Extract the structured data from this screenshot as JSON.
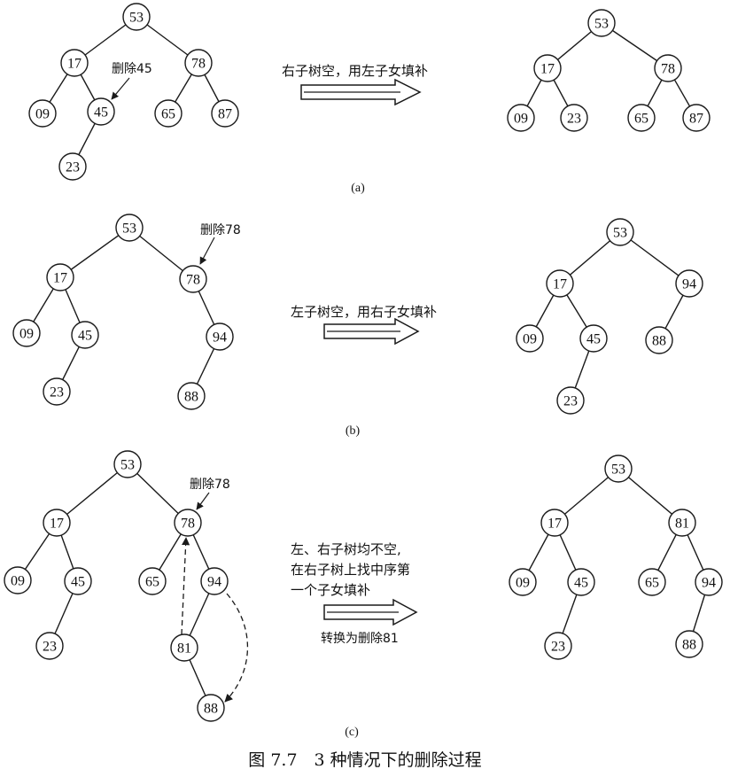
{
  "panels": {
    "a": {
      "label": "(a)",
      "delete_note": "删除45",
      "operation": [
        "右子树空，用左子女填补"
      ],
      "before": [
        "53",
        "17",
        "78",
        "09",
        "45",
        "65",
        "87",
        "23"
      ],
      "after": [
        "53",
        "17",
        "78",
        "09",
        "23",
        "65",
        "87"
      ]
    },
    "b": {
      "label": "(b)",
      "delete_note": "删除78",
      "operation": [
        "左子树空，用右子女填补"
      ],
      "before": [
        "53",
        "17",
        "78",
        "09",
        "45",
        "94",
        "23",
        "88"
      ],
      "after": [
        "53",
        "17",
        "94",
        "09",
        "45",
        "88",
        "23"
      ]
    },
    "c": {
      "label": "(c)",
      "delete_note": "删除78",
      "operation": [
        "左、右子树均不空,",
        "在右子树上找中序第",
        "一个子女填补"
      ],
      "sub_note": "转换为删除81",
      "before": [
        "53",
        "17",
        "78",
        "09",
        "45",
        "65",
        "94",
        "23",
        "81",
        "88"
      ],
      "after": [
        "53",
        "17",
        "81",
        "09",
        "45",
        "65",
        "94",
        "23",
        "88"
      ]
    }
  },
  "caption": "图 7.7　3 种情况下的删除过程"
}
